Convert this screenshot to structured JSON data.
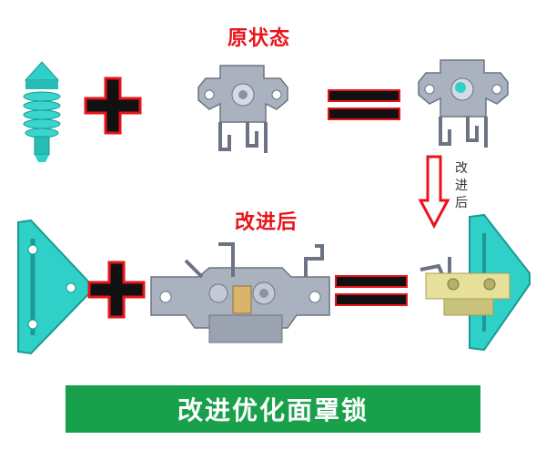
{
  "labels": {
    "original_state": "原状态",
    "improved": "改进后",
    "side_note": [
      "改",
      "进",
      "后"
    ],
    "bottom_title": "改进优化面罩锁"
  },
  "colors": {
    "title_red": "#e8131b",
    "operator_red": "#e8131b",
    "operator_black": "#111111",
    "teal_part": "#2fd0c8",
    "gray_part": "#9aa3b3",
    "bar_green": "#18a04a"
  },
  "icons": [
    "teal-clip-icon",
    "plus-icon",
    "original-bracket-icon",
    "equals-icon",
    "assembled-bracket-icon",
    "down-arrow-icon",
    "teal-plate-icon",
    "improved-latch-icon",
    "assembled-latch-icon"
  ]
}
